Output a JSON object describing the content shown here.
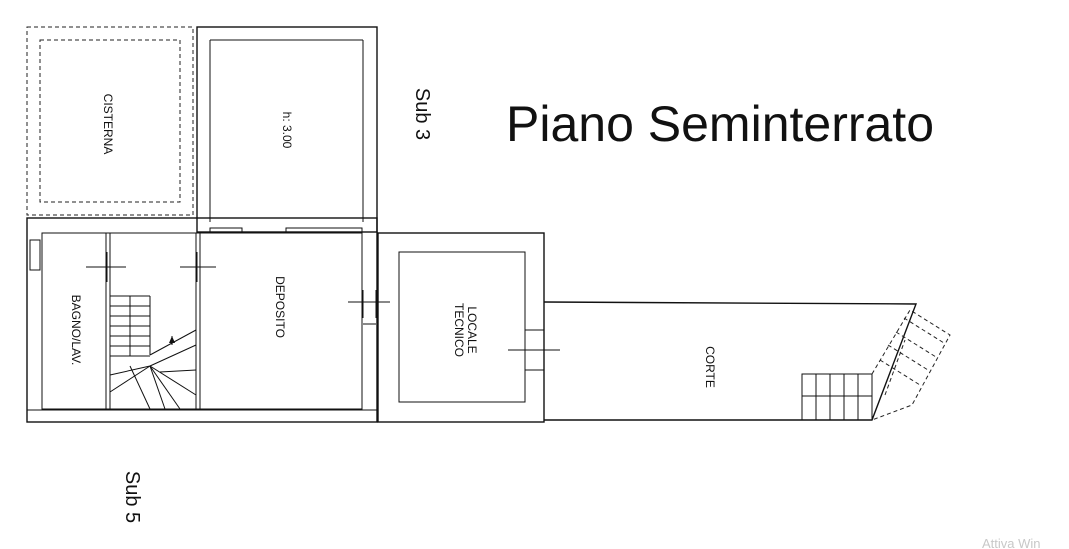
{
  "title": "Piano Seminterrato",
  "subs": {
    "sub3": "Sub 3",
    "sub5": "Sub 5"
  },
  "rooms": {
    "cisterna": "CISTERNA",
    "height_note": "h: 3.00",
    "deposito": "DEPOSITO",
    "bagno": "BAGNO/LAV.",
    "locale_tecnico_line1": "LOCALE",
    "locale_tecnico_line2": "TECNICO",
    "corte": "CORTE"
  },
  "watermark": "Attiva Win"
}
